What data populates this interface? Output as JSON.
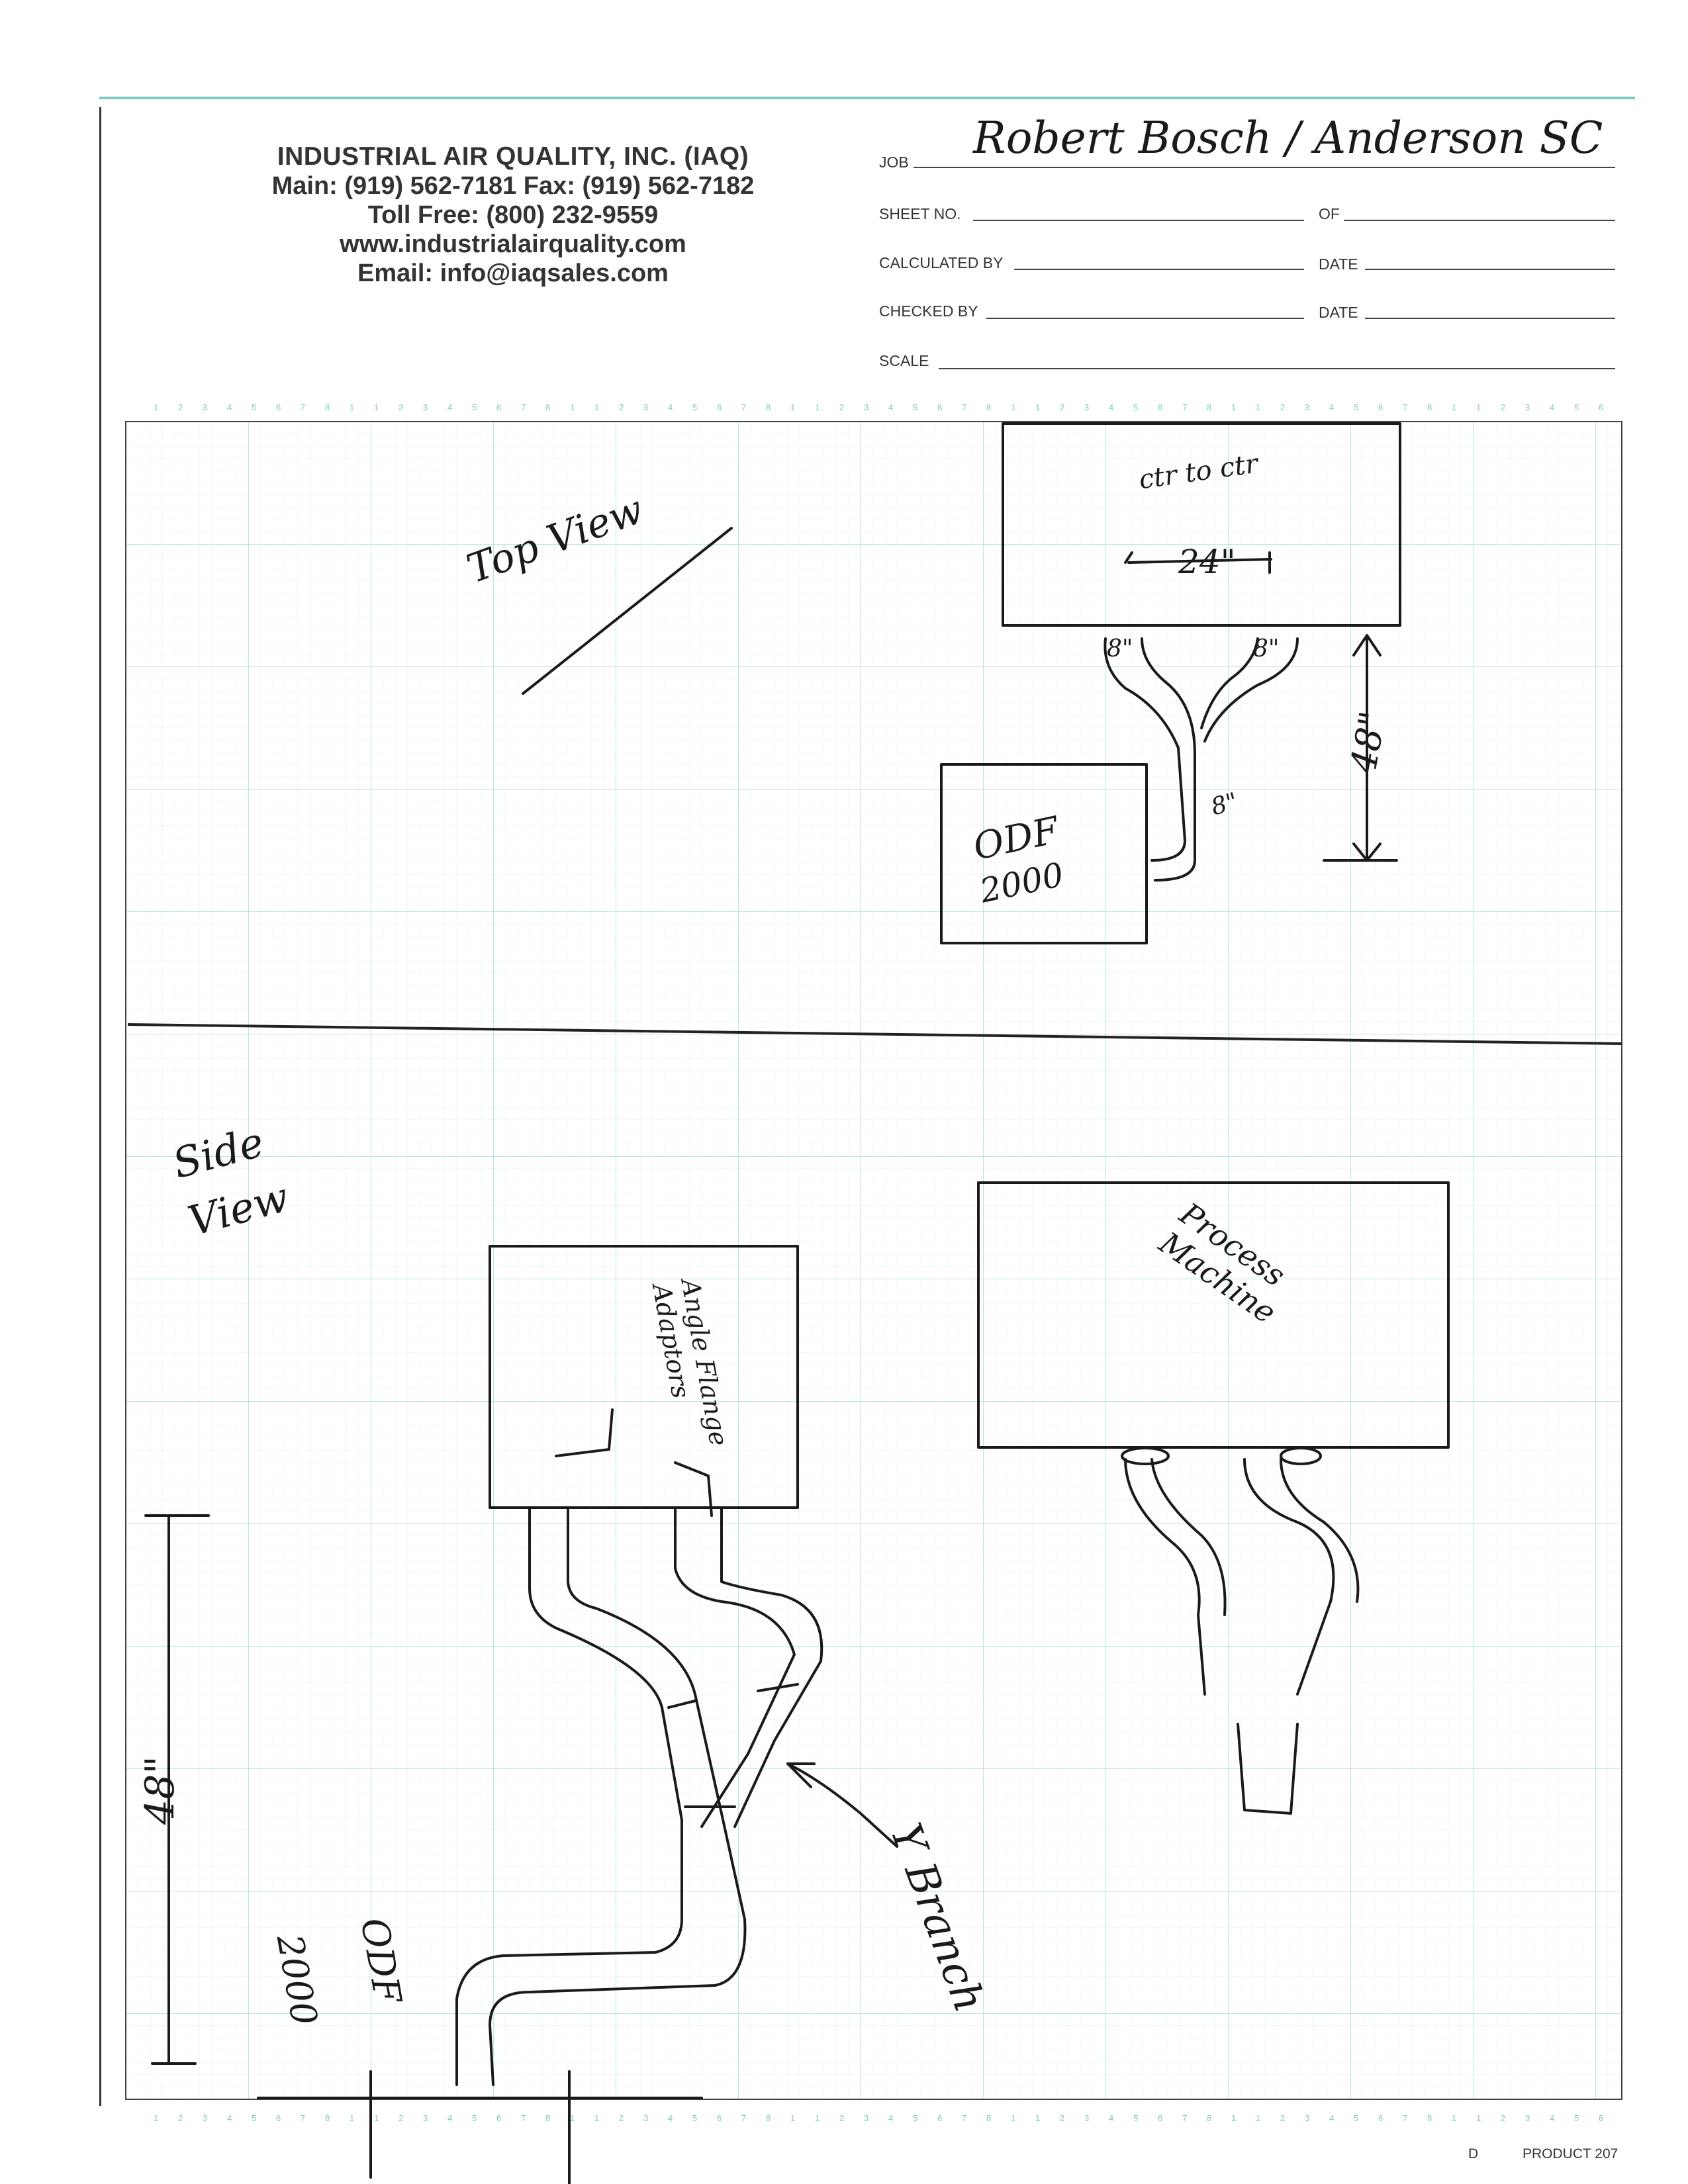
{
  "company": {
    "name": "INDUSTRIAL AIR QUALITY, INC. (IAQ)",
    "phone_line": "Main: (919) 562-7181   Fax: (919) 562-7182",
    "toll_free": "Toll Free: (800) 232-9559",
    "website": "www.industrialairquality.com",
    "email": "Email: info@iaqsales.com"
  },
  "form": {
    "job_label": "JOB",
    "job_value": "Robert Bosch / Anderson SC",
    "sheet_label": "SHEET NO.",
    "of_label": "OF",
    "calculated_label": "CALCULATED BY",
    "date_label_1": "DATE",
    "checked_label": "CHECKED BY",
    "date_label_2": "DATE",
    "scale_label": "SCALE"
  },
  "sketch": {
    "top_view_label": "Top View",
    "ctr_label": "ctr to ctr",
    "dim_24": "24\"",
    "dim_8_left": "8\"",
    "dim_8_right": "8\"",
    "dim_8_branch": "8\"",
    "dim_48_top": "48\"",
    "odf_top": "ODF",
    "odf_top_num": "2000",
    "side_view_label": "Side View",
    "angle_label": "Angle Flange Adaptors",
    "process_label": "Process Machine",
    "y_branch_label": "Y Branch",
    "dim_48_side": "48\"",
    "odf_side": "ODF",
    "odf_side_num": "2000"
  },
  "footer": {
    "code": "D",
    "product": "PRODUCT 207"
  },
  "ruler_digits": [
    "1",
    "2",
    "3",
    "4",
    "5",
    "6",
    "7",
    "8",
    "1"
  ],
  "colors": {
    "grid_fine": "#cdeae8",
    "grid_major": "#9fd6d2",
    "accent": "#7fc9c4",
    "ink": "#1a1a1a"
  }
}
